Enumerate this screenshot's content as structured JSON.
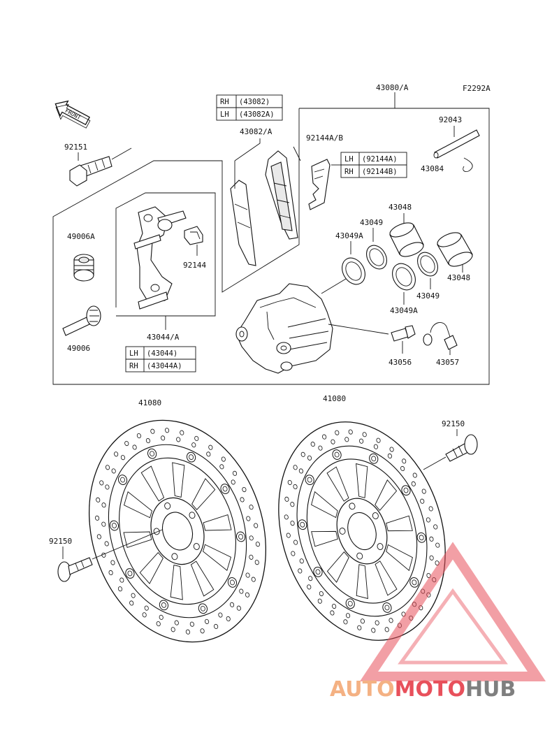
{
  "figure_code": "F2292A",
  "front_arrow_text": "FRONT",
  "callouts": {
    "caliper_assy": "43080/A",
    "pad_set": "43082/A",
    "pad_spring": "92144A/B",
    "pin": "92043",
    "clip": "43084",
    "bolt_top": "92151",
    "bushing_a": "49006A",
    "bushing": "49006",
    "holder": "43044/A",
    "pad_clip": "92144",
    "piston_top": "43048",
    "piston_right": "43048",
    "seal_top": "43049",
    "seal_right": "43049",
    "dust_seal_top": "43049A",
    "dust_seal_right": "43049A",
    "bleeder": "43056",
    "cap": "43057",
    "disc_left": "41080",
    "disc_right": "41080",
    "disc_bolt_left": "92150",
    "disc_bolt_right": "92150"
  },
  "tables": {
    "pad": [
      {
        "side": "RH",
        "part": "(43082)"
      },
      {
        "side": "LH",
        "part": "(43082A)"
      }
    ],
    "spring": [
      {
        "side": "LH",
        "part": "(92144A)"
      },
      {
        "side": "RH",
        "part": "(92144B)"
      }
    ],
    "holder": [
      {
        "side": "LH",
        "part": "(43044)"
      },
      {
        "side": "RH",
        "part": "(43044A)"
      }
    ]
  },
  "watermark": {
    "part1": "AUTO",
    "part2": "MOTO",
    "part3": "HUB",
    "color1": "#f4b183",
    "color2": "#e8505b",
    "color3": "#7f7f7f",
    "triangle_color": "#e8505b"
  }
}
